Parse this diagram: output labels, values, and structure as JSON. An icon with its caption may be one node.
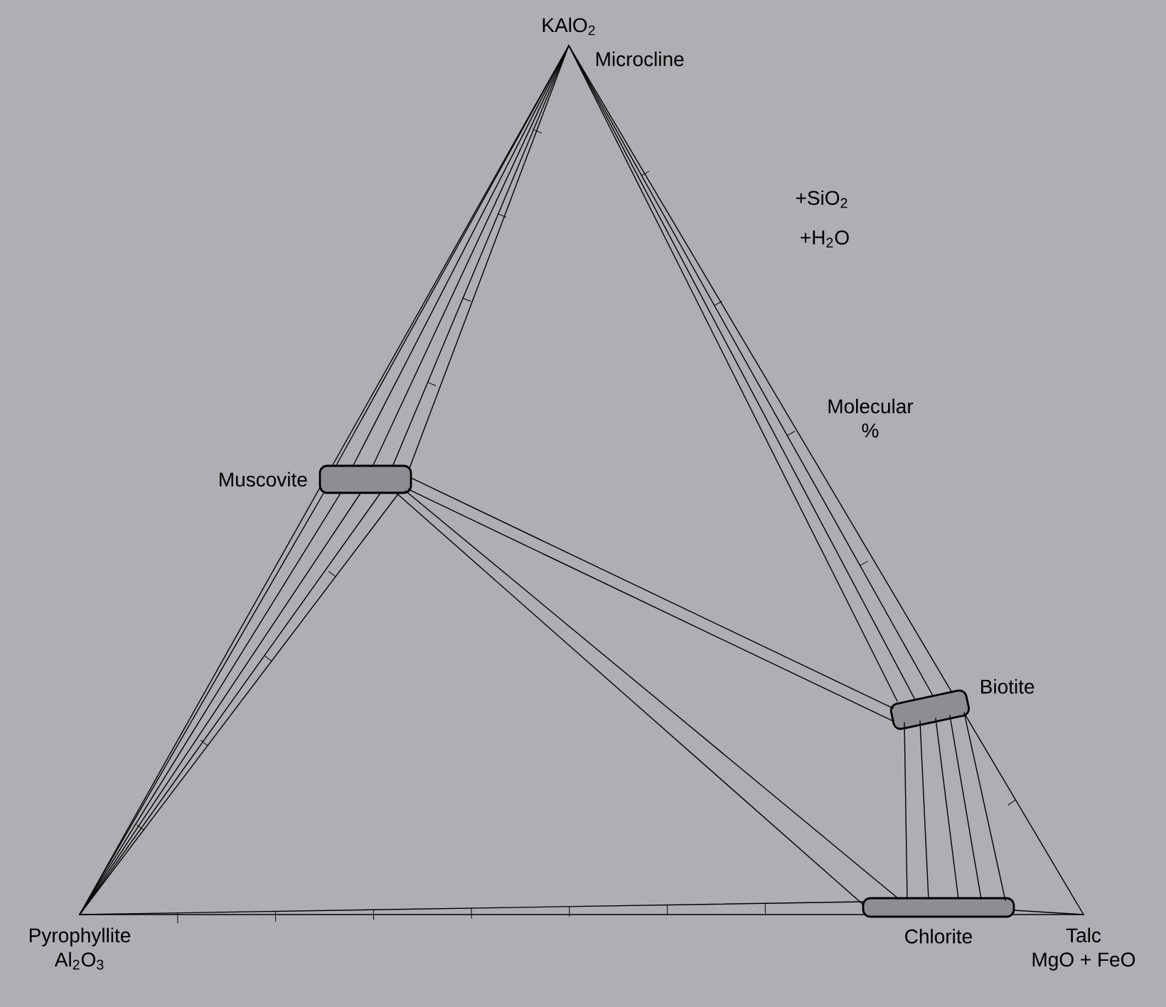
{
  "diagram": {
    "nodes": [
      {
        "text": [
          "KAlO$_{2}$",
          "Microcline"
        ]
      },
      {
        "text": [
          "Muscovite"
        ]
      },
      {
        "text": [
          "Biotite"
        ]
      },
      {
        "text": [
          "Pyrophyllite",
          "Al$_{2}$O$_{3}$"
        ]
      },
      {
        "text": [
          "Chlorite"
        ]
      },
      {
        "text": [
          "Talc",
          "MgO + FeO"
        ]
      }
    ],
    "edges": [
      {
        "from": 0,
        "to": 1,
        "arrow": "none"
      },
      {
        "from": 0,
        "to": 1,
        "arrow": "none"
      },
      {
        "from": 0,
        "to": 1,
        "arrow": "none"
      },
      {
        "from": 0,
        "to": 1,
        "arrow": "none"
      },
      {
        "from": 0,
        "to": 1,
        "arrow": "none"
      },
      {
        "from": 1,
        "to": 3,
        "arrow": "none"
      },
      {
        "from": 1,
        "to": 3,
        "arrow": "none"
      },
      {
        "from": 1,
        "to": 3,
        "arrow": "none"
      },
      {
        "from": 1,
        "to": 3,
        "arrow": "none"
      },
      {
        "from": 1,
        "to": 3,
        "arrow": "none"
      },
      {
        "from": 0,
        "to": 2,
        "arrow": "none"
      },
      {
        "from": 0,
        "to": 2,
        "arrow": "none"
      },
      {
        "from": 0,
        "to": 2,
        "arrow": "none"
      },
      {
        "from": 1,
        "to": 2,
        "arrow": "none"
      },
      {
        "from": 1,
        "to": 2,
        "arrow": "none"
      },
      {
        "from": 1,
        "to": 4,
        "arrow": "none"
      },
      {
        "from": 1,
        "to": 4,
        "arrow": "none"
      },
      {
        "from": 2,
        "to": 4,
        "arrow": "none"
      },
      {
        "from": 2,
        "to": 4,
        "arrow": "none"
      },
      {
        "from": 2,
        "to": 4,
        "arrow": "none"
      },
      {
        "from": 2,
        "to": 4,
        "arrow": "none"
      },
      {
        "from": 2,
        "to": 4,
        "arrow": "none"
      },
      {
        "from": 4,
        "to": 5,
        "arrow": "none"
      },
      {
        "from": 3,
        "to": 4,
        "arrow": "none"
      }
    ],
    "labels": [
      "+SiO$_{2}$",
      "+H$_{2}$O",
      "Molecular %"
    ]
  }
}
